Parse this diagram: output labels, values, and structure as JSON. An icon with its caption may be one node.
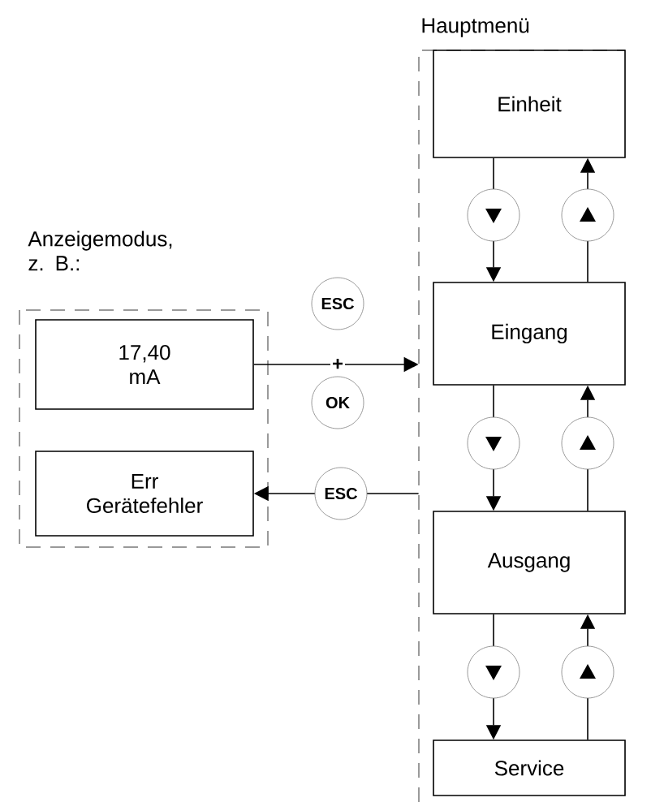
{
  "diagram": {
    "nodes": [
      {
        "text": [
          "Anzeigemodus, z. B.:"
        ]
      },
      {
        "text": [
          "17,40 mA"
        ],
        "in": 0
      },
      {
        "text": [
          "Err Gerätefehler"
        ],
        "in": 0
      },
      {
        "text": [
          "Hauptmenü"
        ]
      },
      {
        "text": [
          "Einheit"
        ],
        "in": 3
      },
      {
        "text": [
          "Eingang"
        ],
        "in": 3
      },
      {
        "text": [
          "Ausgang"
        ],
        "in": 3
      },
      {
        "text": [
          "Service"
        ],
        "in": 3
      }
    ],
    "edges": [
      {
        "from": 1,
        "to": 3,
        "arrow": "to",
        "label": "+"
      },
      {
        "from": 3,
        "to": 2,
        "arrow": "to",
        "label": "ESC"
      },
      {
        "from": 4,
        "to": 5,
        "arrow": "to"
      },
      {
        "from": 5,
        "to": 4,
        "arrow": "to"
      },
      {
        "from": 5,
        "to": 6,
        "arrow": "to"
      },
      {
        "from": 6,
        "to": 5,
        "arrow": "to"
      },
      {
        "from": 6,
        "to": 7,
        "arrow": "to"
      },
      {
        "from": 7,
        "to": 6,
        "arrow": "to"
      }
    ],
    "labels": [
      "ESC",
      "OK"
    ]
  }
}
